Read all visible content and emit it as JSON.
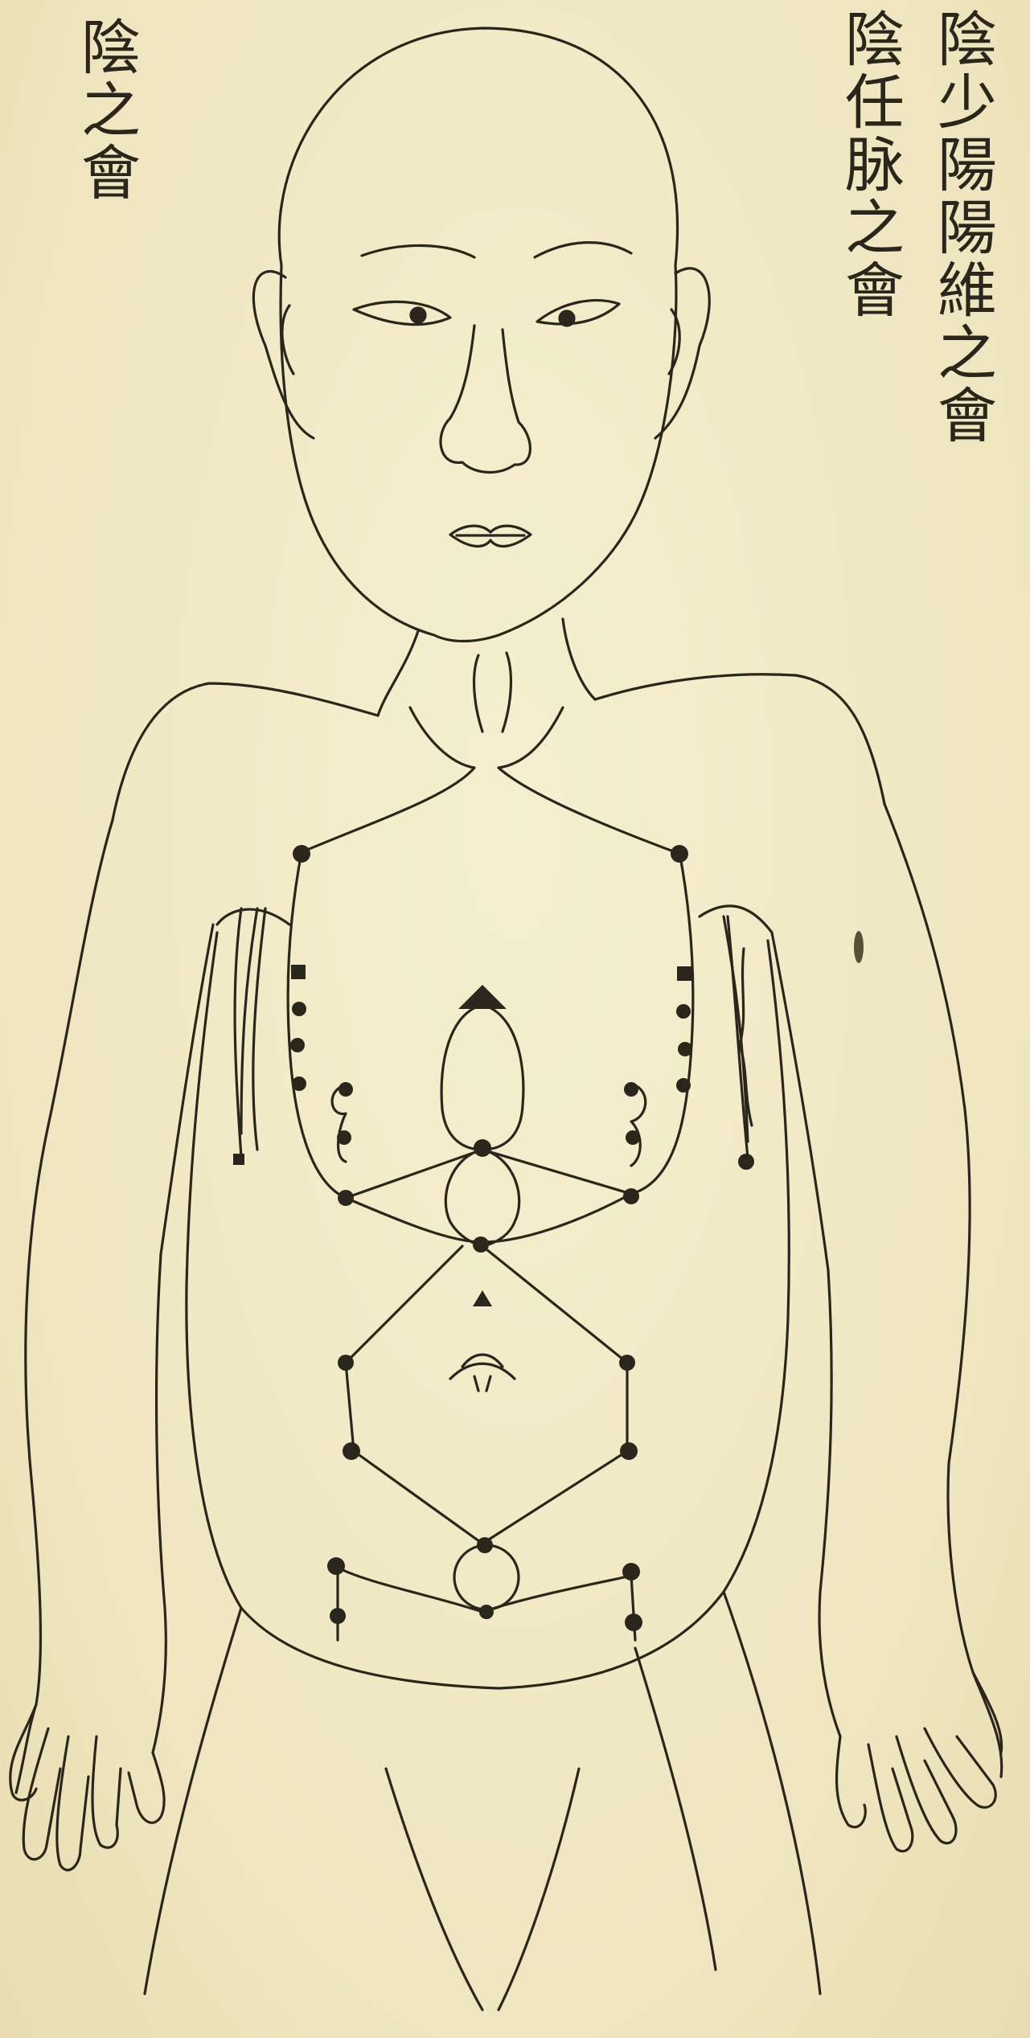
{
  "captions": {
    "left_column": "陰之會",
    "right_column_1": "陰少陽陽維之會",
    "right_column_2": "陰任脉之會"
  },
  "colors": {
    "paper": "#f3eccb",
    "ink": "#2a261c",
    "bleed": "#b9b094"
  }
}
